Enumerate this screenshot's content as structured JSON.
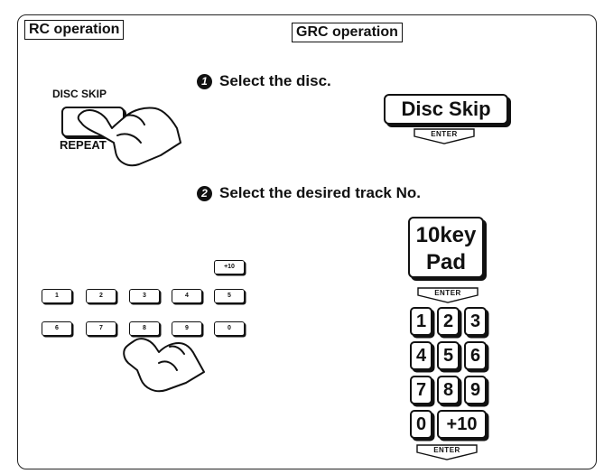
{
  "headers": {
    "rc": "RC operation",
    "grc": "GRC operation"
  },
  "steps": [
    {
      "number": "1",
      "text": "Select the disc."
    },
    {
      "number": "2",
      "text": "Select the desired track No."
    }
  ],
  "rc": {
    "disc_skip_label": "DISC SKIP",
    "repeat_label": "REPEAT",
    "plus10_key": "+10",
    "keys_row1": [
      "1",
      "2",
      "3",
      "4",
      "5"
    ],
    "keys_row2": [
      "6",
      "7",
      "8",
      "9",
      "0"
    ]
  },
  "grc": {
    "disc_skip_button": "Disc Skip",
    "enter_label": "ENTER",
    "tenkey_line1": "10key",
    "tenkey_line2": "Pad",
    "keypad": [
      "1",
      "2",
      "3",
      "4",
      "5",
      "6",
      "7",
      "8",
      "9",
      "0",
      "+10"
    ]
  }
}
